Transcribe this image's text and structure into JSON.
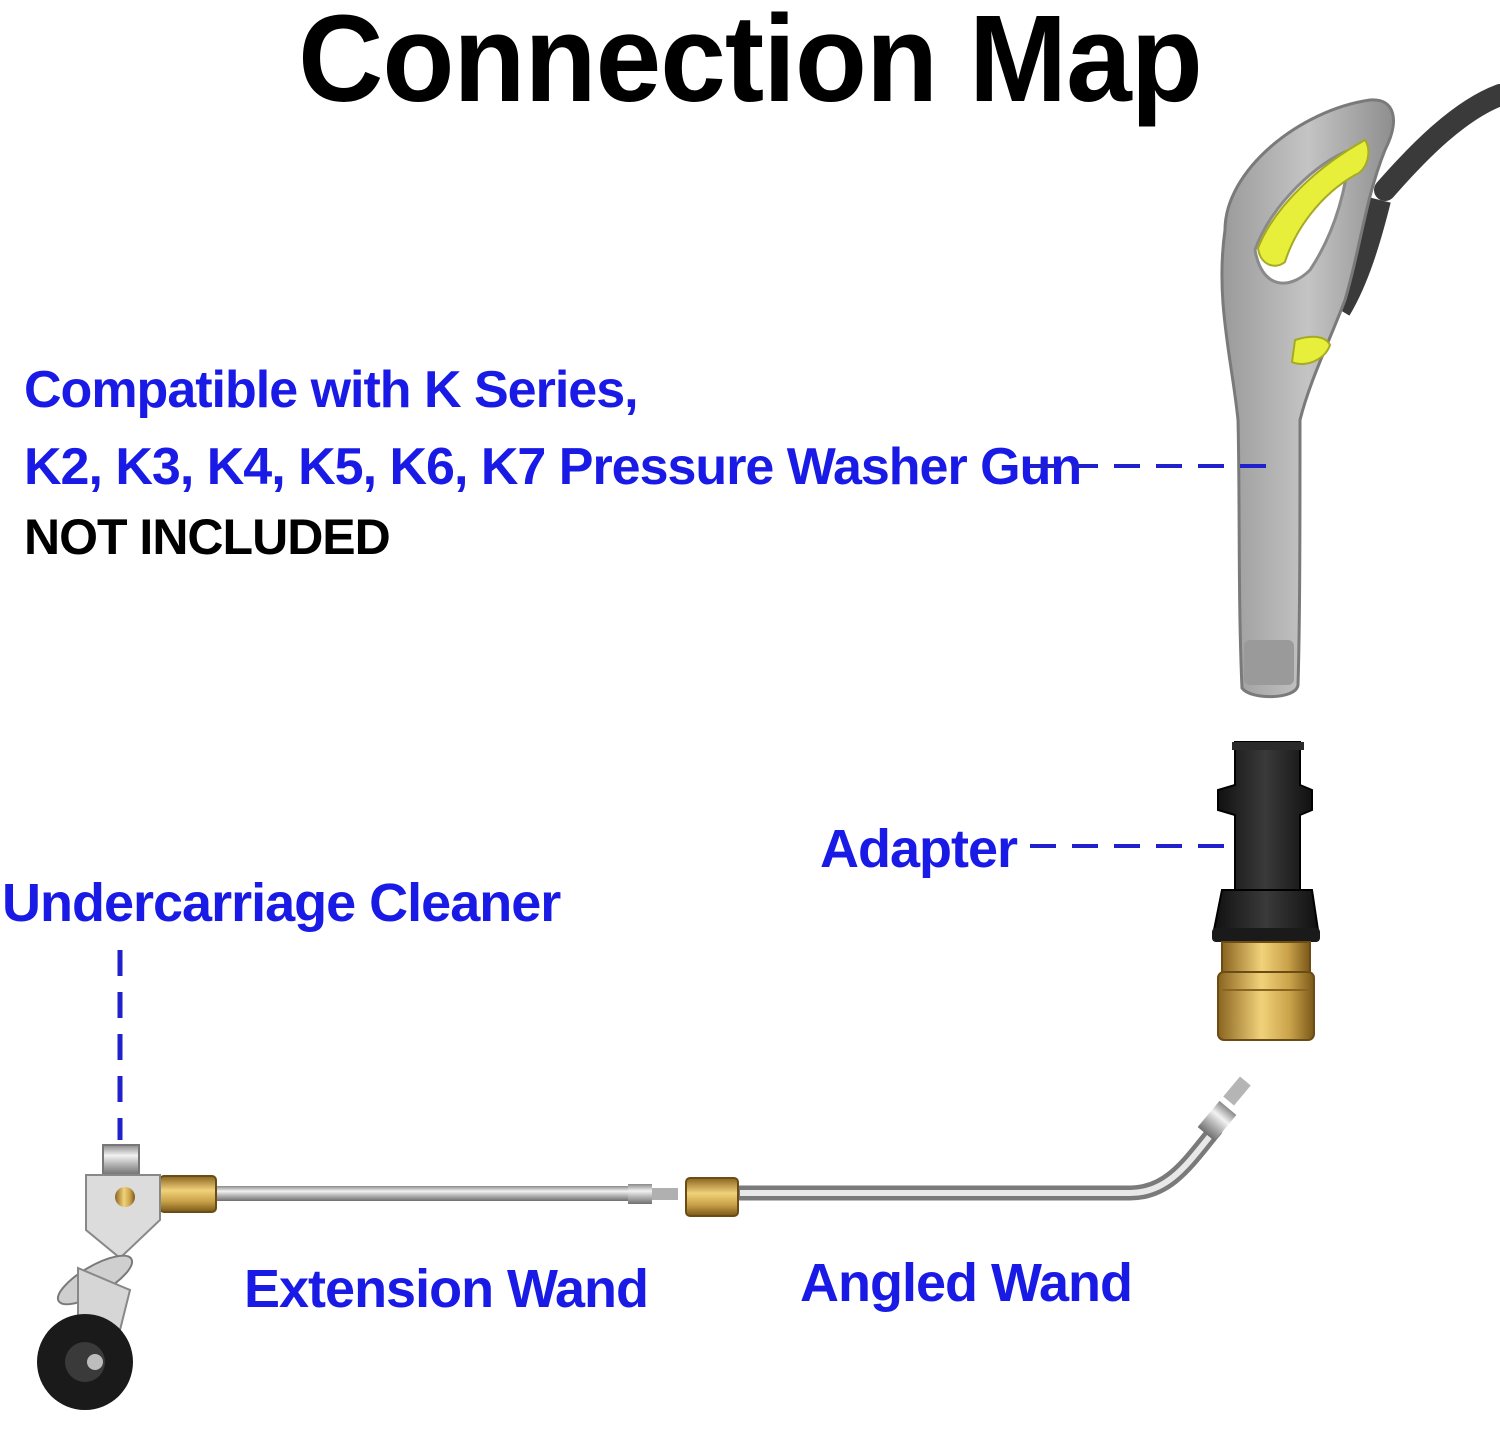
{
  "title": "Connection Map",
  "labels": {
    "compat_line1": "Compatible with K Series,",
    "compat_line2": "K2, K3, K4, K5, K6, K7 Pressure Washer Gun",
    "not_included": "NOT INCLUDED",
    "adapter": "Adapter",
    "undercarriage": "Undercarriage Cleaner",
    "extension_wand": "Extension Wand",
    "angled_wand": "Angled Wand"
  },
  "colors": {
    "label_blue": "#1a1ae6",
    "leader_blue": "#2020cc",
    "trigger_yellow": "#e8ef3a",
    "brass": "#c9a24a"
  },
  "icons": [
    "spray-gun-icon",
    "adapter-icon",
    "angled-wand-icon",
    "extension-wand-icon",
    "caster-wheel-icon"
  ]
}
